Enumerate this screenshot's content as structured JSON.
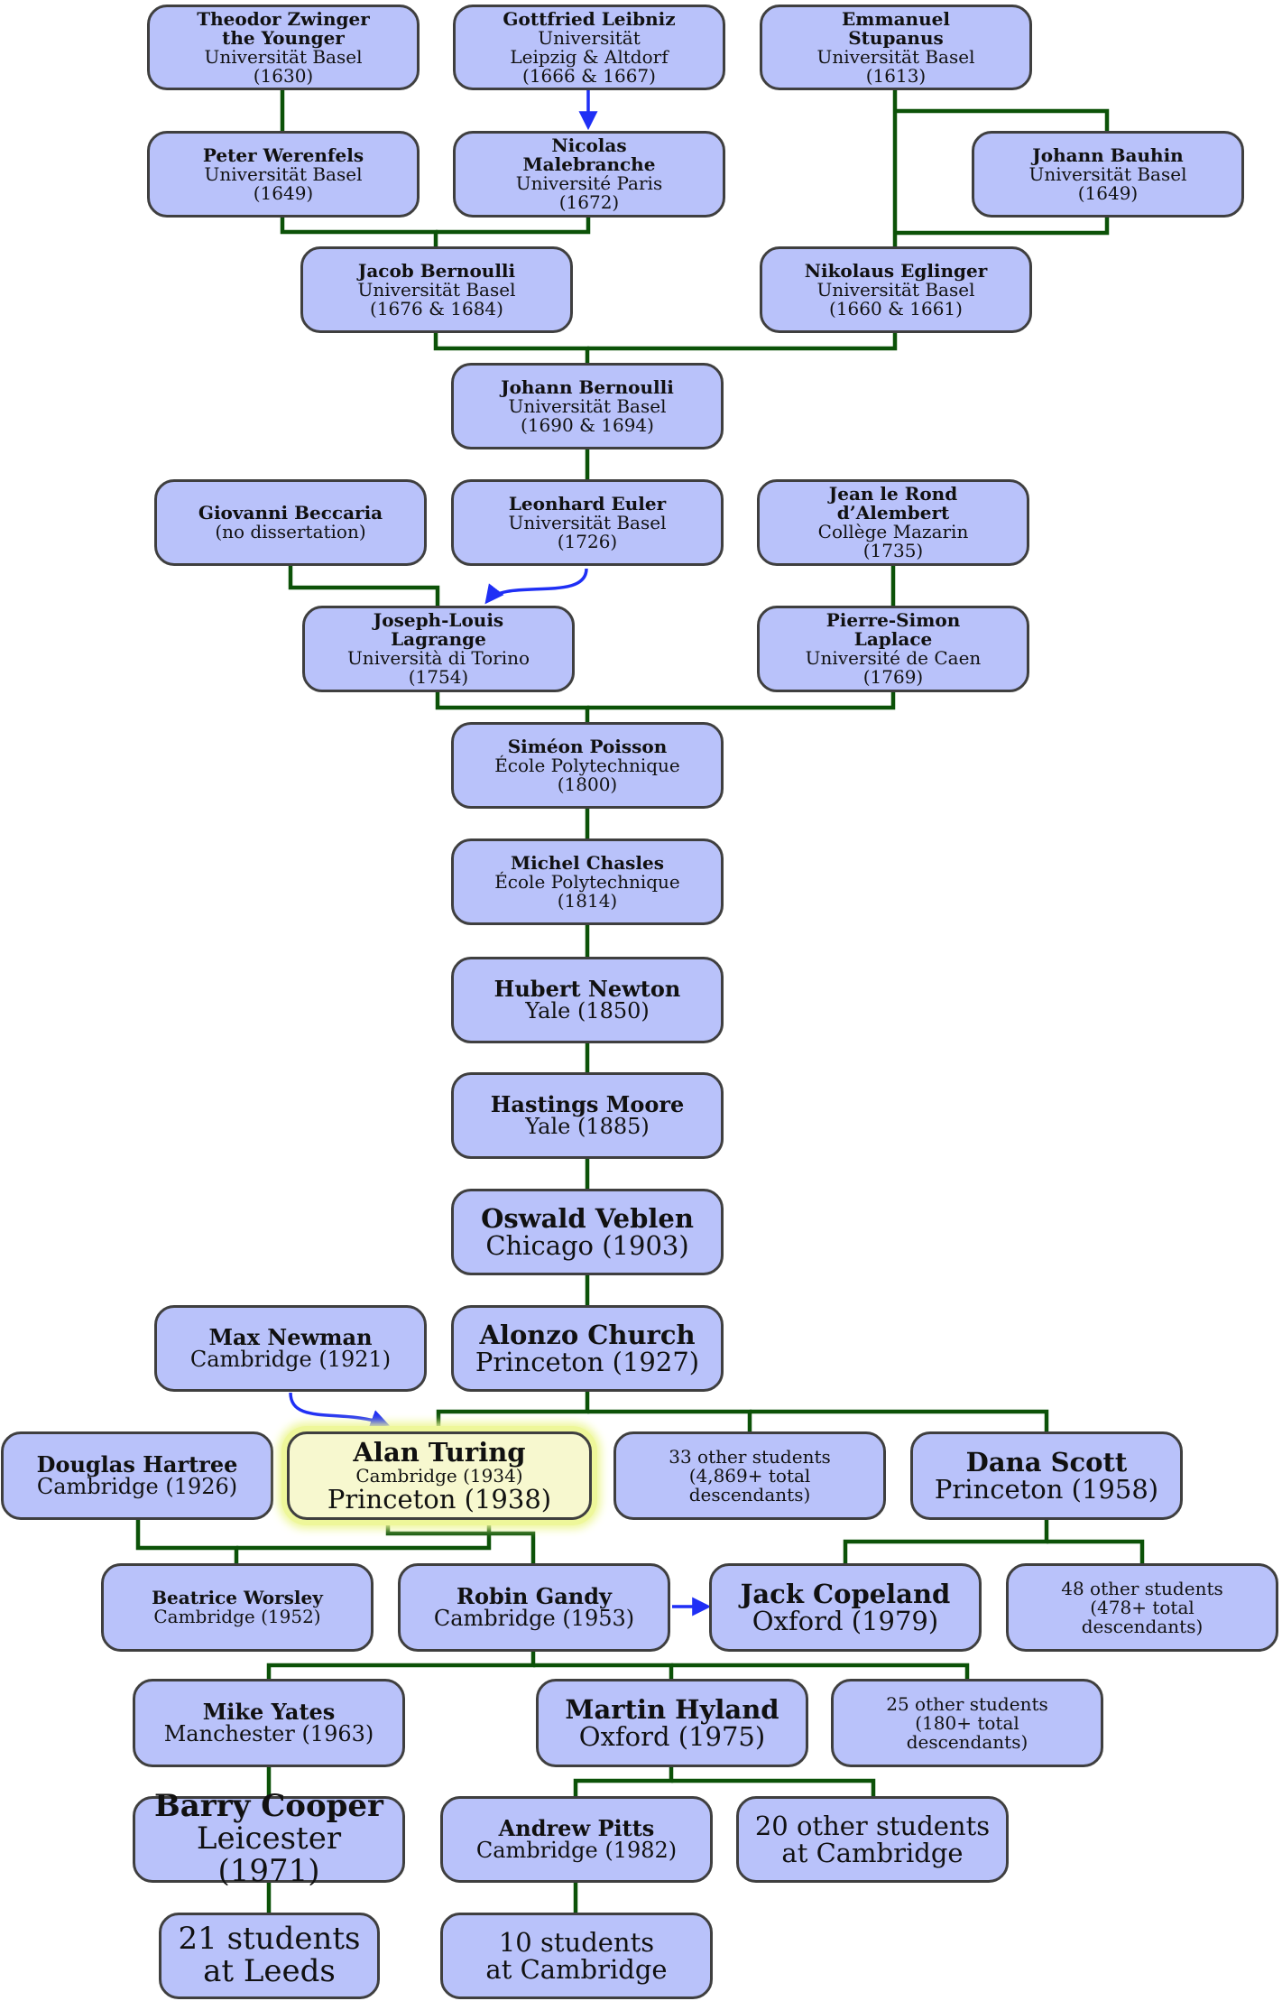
{
  "nodes": [
    {
      "id": "zwinger",
      "name": [
        "Theodor Zwinger",
        "the Younger"
      ],
      "sub": [
        "Universität Basel",
        "(1630)"
      ],
      "size": "s1"
    },
    {
      "id": "leibniz",
      "name": [
        "Gottfried Leibniz"
      ],
      "sub": [
        "Universität",
        "Leipzig & Altdorf",
        "(1666 & 1667)"
      ],
      "size": "s1"
    },
    {
      "id": "stupanus",
      "name": [
        "Emmanuel",
        "Stupanus"
      ],
      "sub": [
        "Universität Basel",
        "(1613)"
      ],
      "size": "s1"
    },
    {
      "id": "werenfels",
      "name": [
        "Peter Werenfels"
      ],
      "sub": [
        "Universität Basel",
        "(1649)"
      ],
      "size": "s1"
    },
    {
      "id": "malebranche",
      "name": [
        "Nicolas",
        "Malebranche"
      ],
      "sub": [
        "Université Paris",
        "(1672)"
      ],
      "size": "s1"
    },
    {
      "id": "bauhin",
      "name": [
        "Johann Bauhin"
      ],
      "sub": [
        "Universität Basel",
        "(1649)"
      ],
      "size": "s1"
    },
    {
      "id": "jbernoulli",
      "name": [
        "Jacob Bernoulli"
      ],
      "sub": [
        "Universität Basel",
        "(1676 & 1684)"
      ],
      "size": "s1"
    },
    {
      "id": "eglinger",
      "name": [
        "Nikolaus Eglinger"
      ],
      "sub": [
        "Universität Basel",
        "(1660 & 1661)"
      ],
      "size": "s1"
    },
    {
      "id": "johbernoulli",
      "name": [
        "Johann Bernoulli"
      ],
      "sub": [
        "Universität Basel",
        "(1690 & 1694)"
      ],
      "size": "s1"
    },
    {
      "id": "beccaria",
      "name": [
        "Giovanni Beccaria"
      ],
      "sub": [
        "(no dissertation)"
      ],
      "size": "s1"
    },
    {
      "id": "euler",
      "name": [
        "Leonhard Euler"
      ],
      "sub": [
        "Universität Basel",
        "(1726)"
      ],
      "size": "s1"
    },
    {
      "id": "dalembert",
      "name": [
        "Jean le Rond",
        "d’Alembert"
      ],
      "sub": [
        "Collège Mazarin",
        "(1735)"
      ],
      "size": "s1"
    },
    {
      "id": "lagrange",
      "name": [
        "Joseph-Louis",
        "Lagrange"
      ],
      "sub": [
        "Università di Torino",
        "(1754)"
      ],
      "size": "s1"
    },
    {
      "id": "laplace",
      "name": [
        "Pierre-Simon",
        "Laplace"
      ],
      "sub": [
        "Université de Caen",
        "(1769)"
      ],
      "size": "s1"
    },
    {
      "id": "poisson",
      "name": [
        "Siméon Poisson"
      ],
      "sub": [
        "École Polytechnique",
        "(1800)"
      ],
      "size": "s1"
    },
    {
      "id": "chasles",
      "name": [
        "Michel Chasles"
      ],
      "sub": [
        "École Polytechnique",
        "(1814)"
      ],
      "size": "s1"
    },
    {
      "id": "newton",
      "name": [
        "Hubert Newton"
      ],
      "sub": [
        "Yale (1850)"
      ],
      "size": "s2"
    },
    {
      "id": "moore",
      "name": [
        "Hastings Moore"
      ],
      "sub": [
        "Yale (1885)"
      ],
      "size": "s2"
    },
    {
      "id": "veblen",
      "name": [
        "Oswald Veblen"
      ],
      "sub": [
        "Chicago (1903)"
      ],
      "size": "s3"
    },
    {
      "id": "newman",
      "name": [
        "Max Newman"
      ],
      "sub": [
        "Cambridge (1921)"
      ],
      "size": "s2"
    },
    {
      "id": "church",
      "name": [
        "Alonzo Church"
      ],
      "sub": [
        "Princeton (1927)"
      ],
      "size": "s3"
    },
    {
      "id": "hartree",
      "name": [
        "Douglas Hartree"
      ],
      "sub": [
        "Cambridge (1926)"
      ],
      "size": "s2"
    },
    {
      "id": "turing",
      "name": [
        "Alan Turing"
      ],
      "sub": [
        "Cambridge (1934)",
        "Princeton (1938)"
      ],
      "size": "s3"
    },
    {
      "id": "other33",
      "name": [
        "33 other students",
        "(4,869+ total",
        "descendants)"
      ],
      "sub": [],
      "size": "sx"
    },
    {
      "id": "scott",
      "name": [
        "Dana Scott"
      ],
      "sub": [
        "Princeton (1958)"
      ],
      "size": "s3"
    },
    {
      "id": "worsley",
      "name": [
        "Beatrice Worsley"
      ],
      "sub": [
        "Cambridge (1952)"
      ],
      "size": "s1"
    },
    {
      "id": "gandy",
      "name": [
        "Robin Gandy"
      ],
      "sub": [
        "Cambridge (1953)"
      ],
      "size": "s2"
    },
    {
      "id": "copeland",
      "name": [
        "Jack Copeland"
      ],
      "sub": [
        "Oxford (1979)"
      ],
      "size": "s3"
    },
    {
      "id": "other48",
      "name": [
        "48 other students",
        "(478+ total",
        "descendants)"
      ],
      "sub": [],
      "size": "sx"
    },
    {
      "id": "yates",
      "name": [
        "Mike Yates"
      ],
      "sub": [
        "Manchester (1963)"
      ],
      "size": "s2"
    },
    {
      "id": "hyland",
      "name": [
        "Martin Hyland"
      ],
      "sub": [
        "Oxford (1975)"
      ],
      "size": "s3"
    },
    {
      "id": "other25",
      "name": [
        "25 other students",
        "(180+ total",
        "descendants)"
      ],
      "sub": [],
      "size": "sx"
    },
    {
      "id": "cooper",
      "name": [
        "Barry Cooper"
      ],
      "sub": [
        "Leicester (1971)"
      ],
      "size": "s4"
    },
    {
      "id": "pitts",
      "name": [
        "Andrew Pitts"
      ],
      "sub": [
        "Cambridge (1982)"
      ],
      "size": "s2"
    },
    {
      "id": "other20",
      "name": [],
      "sub": [
        "20 other students",
        "at Cambridge"
      ],
      "size": "s3"
    },
    {
      "id": "leeds21",
      "name": [],
      "sub": [
        "21 students",
        "at Leeds"
      ],
      "size": "s4"
    },
    {
      "id": "cam10",
      "name": [],
      "sub": [
        "10 students",
        "at Cambridge"
      ],
      "size": "s3"
    }
  ],
  "colors": {
    "node_fill": "#b9c2fa",
    "highlight_fill": "#f7f8cf",
    "highlight_glow": "#eef79a",
    "border": "#3f3f3f",
    "tree_edge": "#0c5208",
    "secondary_edge": "#1f2ff5"
  }
}
